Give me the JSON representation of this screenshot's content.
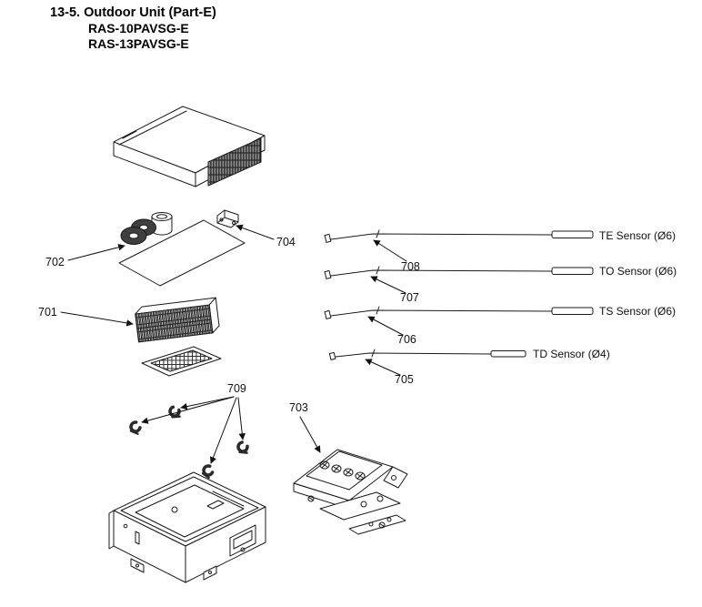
{
  "header": {
    "section": "13-5. Outdoor Unit (Part-E)",
    "models": [
      "RAS-10PAVSG-E",
      "RAS-13PAVSG-E"
    ]
  },
  "parts": {
    "p701": "701",
    "p702": "702",
    "p703": "703",
    "p704": "704",
    "p705": "705",
    "p706": "706",
    "p707": "707",
    "p708": "708",
    "p709": "709"
  },
  "sensors": {
    "te": "TE Sensor (Ø6)",
    "to": "TO Sensor (Ø6)",
    "ts": "TS Sensor (Ø6)",
    "td": "TD Sensor (Ø4)"
  }
}
